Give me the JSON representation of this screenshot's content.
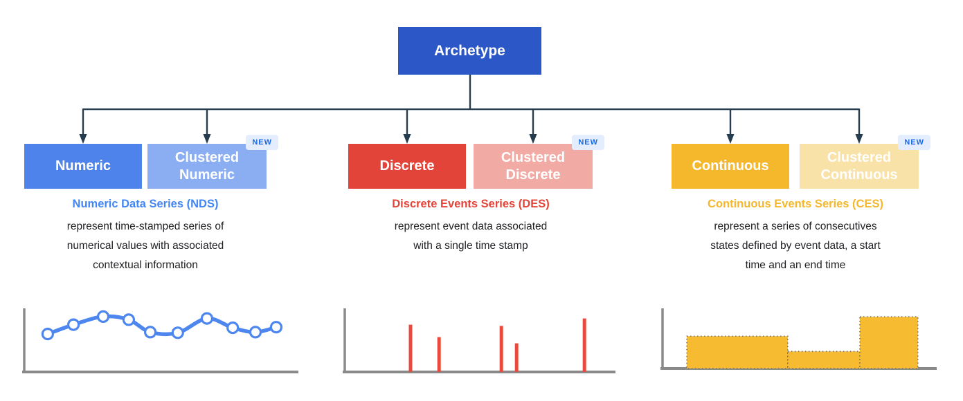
{
  "root": {
    "label": "Archetype"
  },
  "columns": [
    {
      "id": "numeric",
      "box": {
        "label": "Numeric",
        "color": "#4d83eb"
      },
      "clustered_box": {
        "label": [
          "Clustered",
          "Numeric"
        ],
        "color": "#8badf2",
        "badge": "NEW"
      },
      "heading": "Numeric Data Series (NDS)",
      "heading_color": "#4285f4",
      "description": [
        "represent time-stamped series of",
        "numerical values with associated",
        "contextual information"
      ]
    },
    {
      "id": "discrete",
      "box": {
        "label": "Discrete",
        "color": "#e3443a"
      },
      "clustered_box": {
        "label": [
          "Clustered",
          "Discrete"
        ],
        "color": "#f1aba4",
        "badge": "NEW"
      },
      "heading": "Discrete Events Series (DES)",
      "heading_color": "#e3443a",
      "description": [
        "represent event data associated",
        "with a single time stamp"
      ]
    },
    {
      "id": "continuous",
      "box": {
        "label": "Continuous",
        "color": "#f5b72b"
      },
      "clustered_box": {
        "label": [
          "Clustered",
          "Continuous"
        ],
        "color": "#f9e2a7",
        "badge": "NEW"
      },
      "heading": "Continuous Events Series (CES)",
      "heading_color": "#f5b72b",
      "description": [
        "represent a series of consecutives",
        "states defined by event data, a start",
        "time and an end time"
      ]
    }
  ],
  "colors": {
    "root_box": "#2b57c7",
    "connector": "#263c4f",
    "badge_bg": "#e4edfd",
    "badge_text": "#1a6be0",
    "axis": "#8a8a8a",
    "line_series": "#4c86ee",
    "event_bar": "#ea4a3e",
    "step_fill": "#f6bb31",
    "step_border": "#6f6f6f"
  },
  "chart_data": [
    {
      "id": "nds-line-example",
      "type": "line",
      "title": "Numeric series example (unlabeled axes)",
      "x": [
        9.6,
        18.8,
        29.4,
        38.5,
        46.2,
        56.0,
        66.4,
        75.6,
        83.7,
        91.1
      ],
      "values": [
        61,
        76,
        89,
        84,
        64,
        63,
        86,
        71,
        64,
        72
      ],
      "x_unit": "percent-of-plot-width",
      "value_unit": "percent-of-plot-height",
      "marker": "open-circle",
      "line_color": "#4c86ee",
      "axis_color": "#8a8a8a",
      "axes": "left-and-bottom, no ticks, no tick labels, no grid, no legend"
    },
    {
      "id": "des-event-example",
      "type": "bar",
      "title": "Discrete events example (unlabeled axes)",
      "x": [
        25.0,
        35.3,
        57.8,
        63.3,
        87.8
      ],
      "values": [
        76,
        56,
        74,
        46,
        86
      ],
      "x_unit": "percent-of-plot-width",
      "value_unit": "percent-of-plot-height",
      "bar_color": "#ea4a3e",
      "axis_color": "#8a8a8a",
      "axes": "left-and-bottom, no ticks, no tick labels, no grid, no legend"
    },
    {
      "id": "ces-step-example",
      "type": "area",
      "title": "Continuous states example (unlabeled axes)",
      "segments": [
        {
          "x_start": 9.9,
          "x_end": 45.9,
          "value": 55
        },
        {
          "x_start": 45.9,
          "x_end": 71.6,
          "value": 29
        },
        {
          "x_start": 71.6,
          "x_end": 92.3,
          "value": 88
        }
      ],
      "x_unit": "percent-of-plot-width",
      "value_unit": "percent-of-plot-height",
      "fill_color": "#f6bb31",
      "border_color": "#6f6f6f",
      "border_style": "dotted",
      "axis_color": "#8a8a8a",
      "axes": "left-and-bottom, no ticks, no tick labels, no grid, no legend"
    }
  ]
}
